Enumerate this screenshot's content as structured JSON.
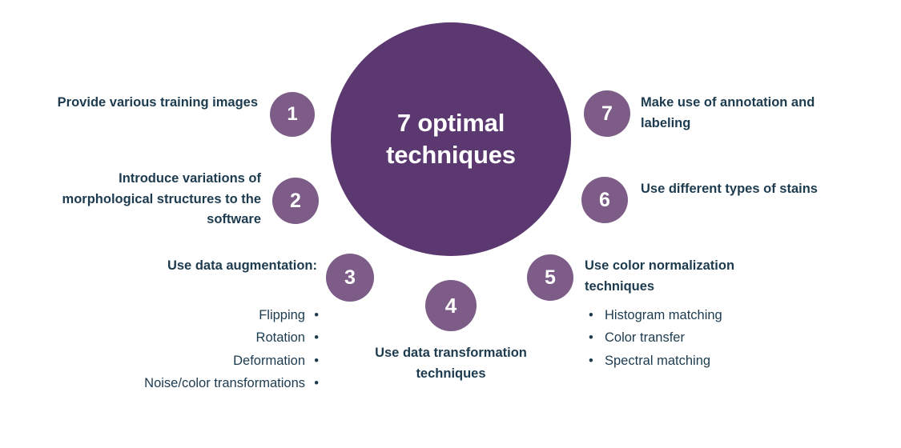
{
  "colors": {
    "background": "#ffffff",
    "hub_fill": "#5c3870",
    "bubble_fill": "#7d5c87",
    "text_dark": "#1d3b4f",
    "text_light": "#ffffff"
  },
  "hub": {
    "title_line1": "7 optimal",
    "title_line2": "techniques",
    "title": "7 optimal techniques"
  },
  "steps": [
    {
      "number": "1",
      "label": "Provide various training images",
      "align": "right",
      "side": "left"
    },
    {
      "number": "2",
      "label": "Introduce variations of morphological structures to the software",
      "align": "right",
      "side": "left"
    },
    {
      "number": "3",
      "label": "Use data augmentation:",
      "align": "right",
      "side": "left",
      "bullets": [
        "Flipping",
        "Rotation",
        "Deformation",
        "Noise/color transformations"
      ]
    },
    {
      "number": "4",
      "label": "Use data transformation techniques",
      "align": "center",
      "side": "bottom"
    },
    {
      "number": "5",
      "label": "Use color normalization techniques",
      "align": "left",
      "side": "right",
      "bullets": [
        "Histogram matching",
        "Color transfer",
        "Spectral matching"
      ]
    },
    {
      "number": "6",
      "label": "Use different types of stains",
      "align": "left",
      "side": "right"
    },
    {
      "number": "7",
      "label": "Make use of annotation and labeling",
      "align": "left",
      "side": "right"
    }
  ],
  "bullet_glyph": "•"
}
